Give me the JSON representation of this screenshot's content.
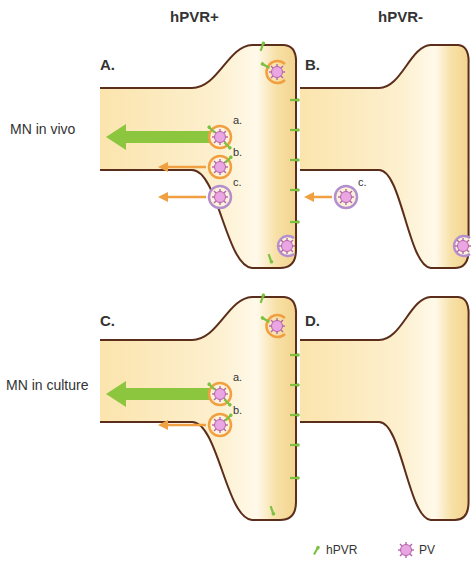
{
  "diagram": {
    "nodes": [
      {
        "text": [
          "A."
        ]
      },
      {
        "text": [
          "B."
        ]
      },
      {
        "text": [
          "C."
        ]
      },
      {
        "text": [
          "D."
        ]
      }
    ],
    "labels": [
      "hPVR+",
      "hPVR-",
      "MN in vivo",
      "MN in culture",
      "a.",
      "b.",
      "c.",
      "c.",
      "a.",
      "b."
    ],
    "legend": [
      {
        "text": "hPVR"
      },
      {
        "text": "PV"
      }
    ]
  }
}
